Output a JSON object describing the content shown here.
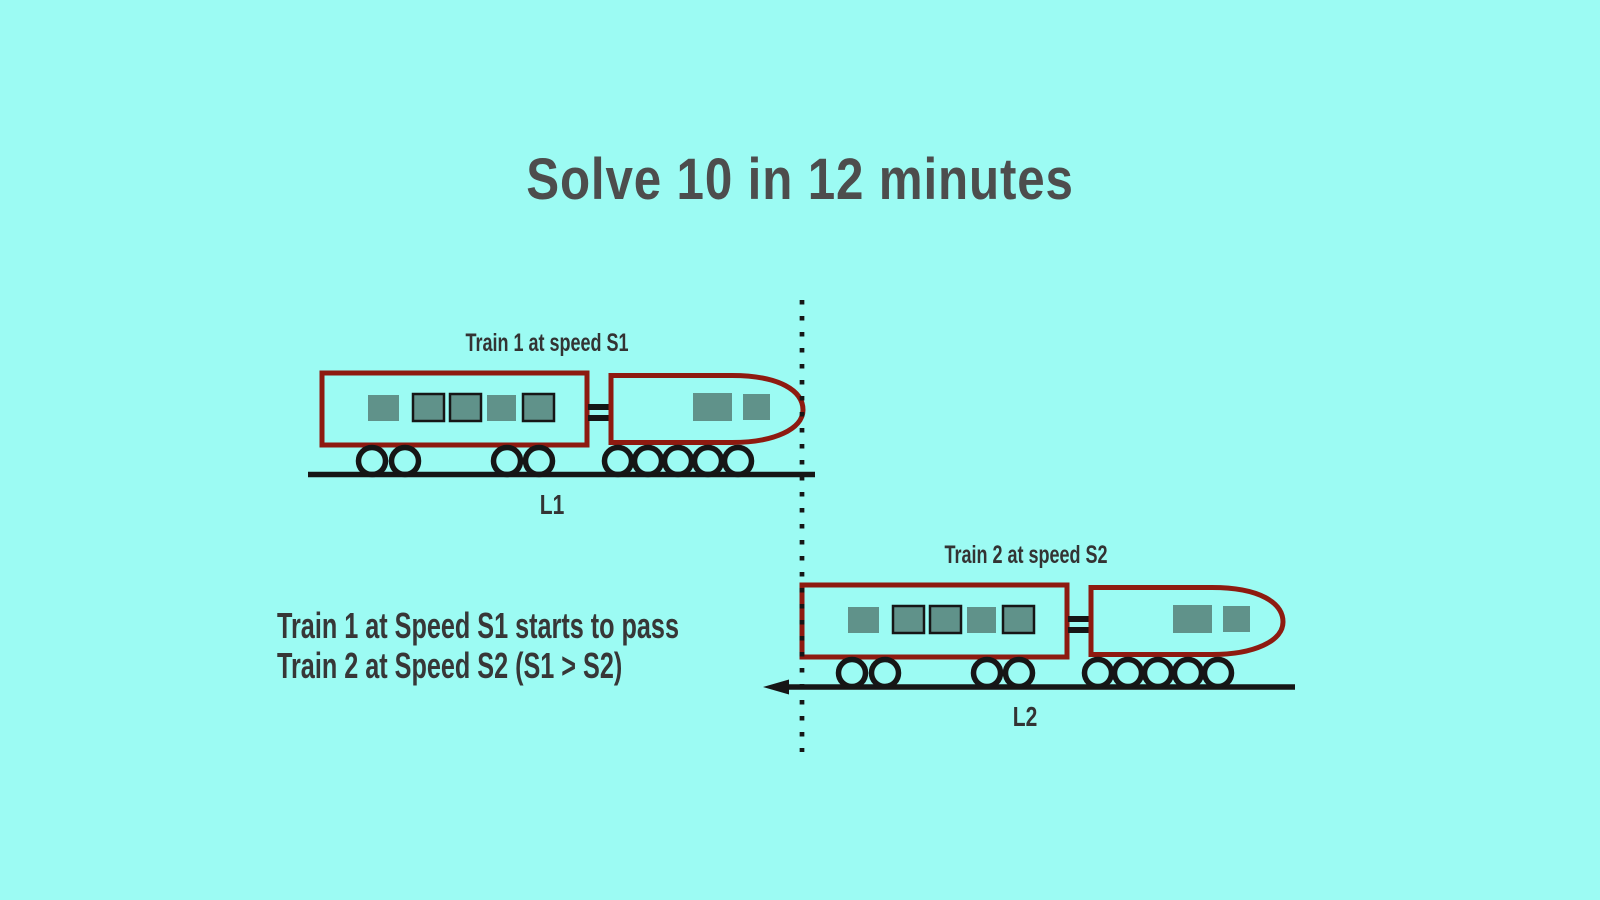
{
  "title": "Solve 10 in 12 minutes",
  "diagram": {
    "train1": {
      "label": "Train 1 at speed S1",
      "track_label": "L1"
    },
    "train2": {
      "label": "Train 2 at speed S2",
      "track_label": "L2"
    },
    "caption_line1": "Train 1 at Speed S1 starts to pass",
    "caption_line2": "Train 2 at Speed S2 (S1 > S2)"
  },
  "colors": {
    "background": "#9CFBF3",
    "train_outline": "#8E1A10",
    "window_fill": "#60928A",
    "line_black": "#161616",
    "label_text": "#333333",
    "title_text": "#4D4D4D"
  }
}
